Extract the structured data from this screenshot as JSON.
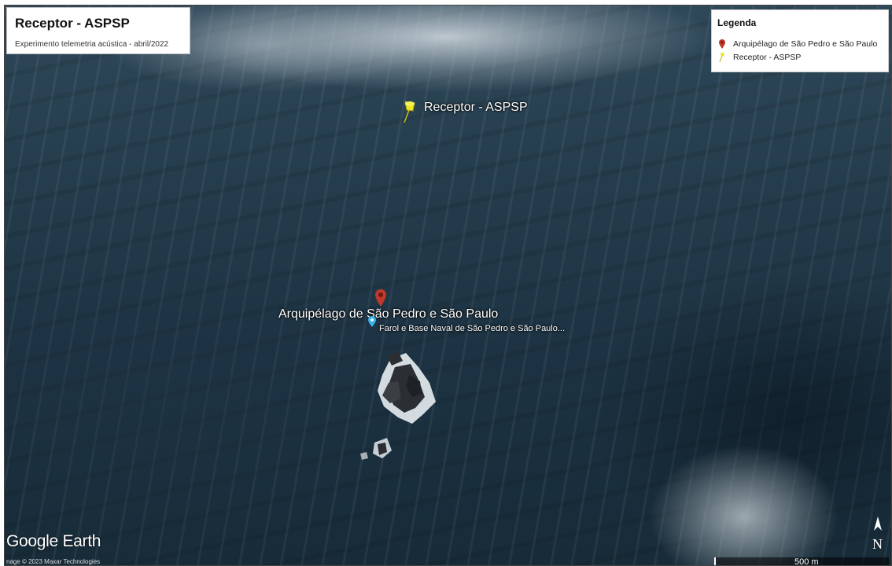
{
  "header": {
    "title": "Receptor - ASPSP",
    "subtitle": "Experimento telemetria acústica - abril/2022"
  },
  "legend": {
    "title": "Legenda",
    "items": [
      {
        "label": "Arquipélago de São Pedro e São Paulo",
        "icon": "red-placemark-icon",
        "color": "#c0392b"
      },
      {
        "label": "Receptor - ASPSP",
        "icon": "yellow-pushpin-icon",
        "color": "#e8e020"
      }
    ]
  },
  "map": {
    "placemarks": {
      "receptor": "Receptor - ASPSP",
      "archipelago": "Arquipélago de São Pedro e São Paulo",
      "lighthouse": "Farol e Base Naval de São Pedro e São Paulo..."
    },
    "colors": {
      "ocean": "#1e3545",
      "pushpin": "#e8e020",
      "placemark": "#c0392b",
      "lighthouse": "#3ab4e6"
    }
  },
  "footer": {
    "logo": "Google Earth",
    "credit": "nage © 2023 Maxar Technologies",
    "compass": "N",
    "scale": "500 m"
  }
}
